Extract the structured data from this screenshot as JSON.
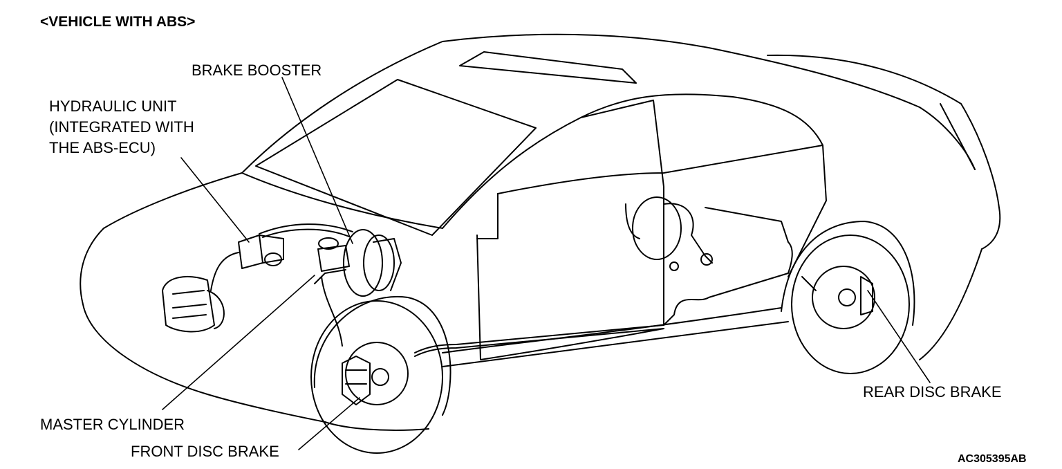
{
  "header": {
    "title": "<VEHICLE WITH ABS>"
  },
  "labels": {
    "brake_booster": "BRAKE BOOSTER",
    "hydraulic_unit": [
      "HYDRAULIC UNIT",
      "(INTEGRATED WITH",
      "THE ABS-ECU)"
    ],
    "master_cylinder": "MASTER CYLINDER",
    "front_disc_brake": "FRONT DISC BRAKE",
    "rear_disc_brake": "REAR DISC BRAKE"
  },
  "figure_code": "AC305395AB",
  "colors": {
    "ink": "#000000",
    "paper": "#ffffff"
  }
}
